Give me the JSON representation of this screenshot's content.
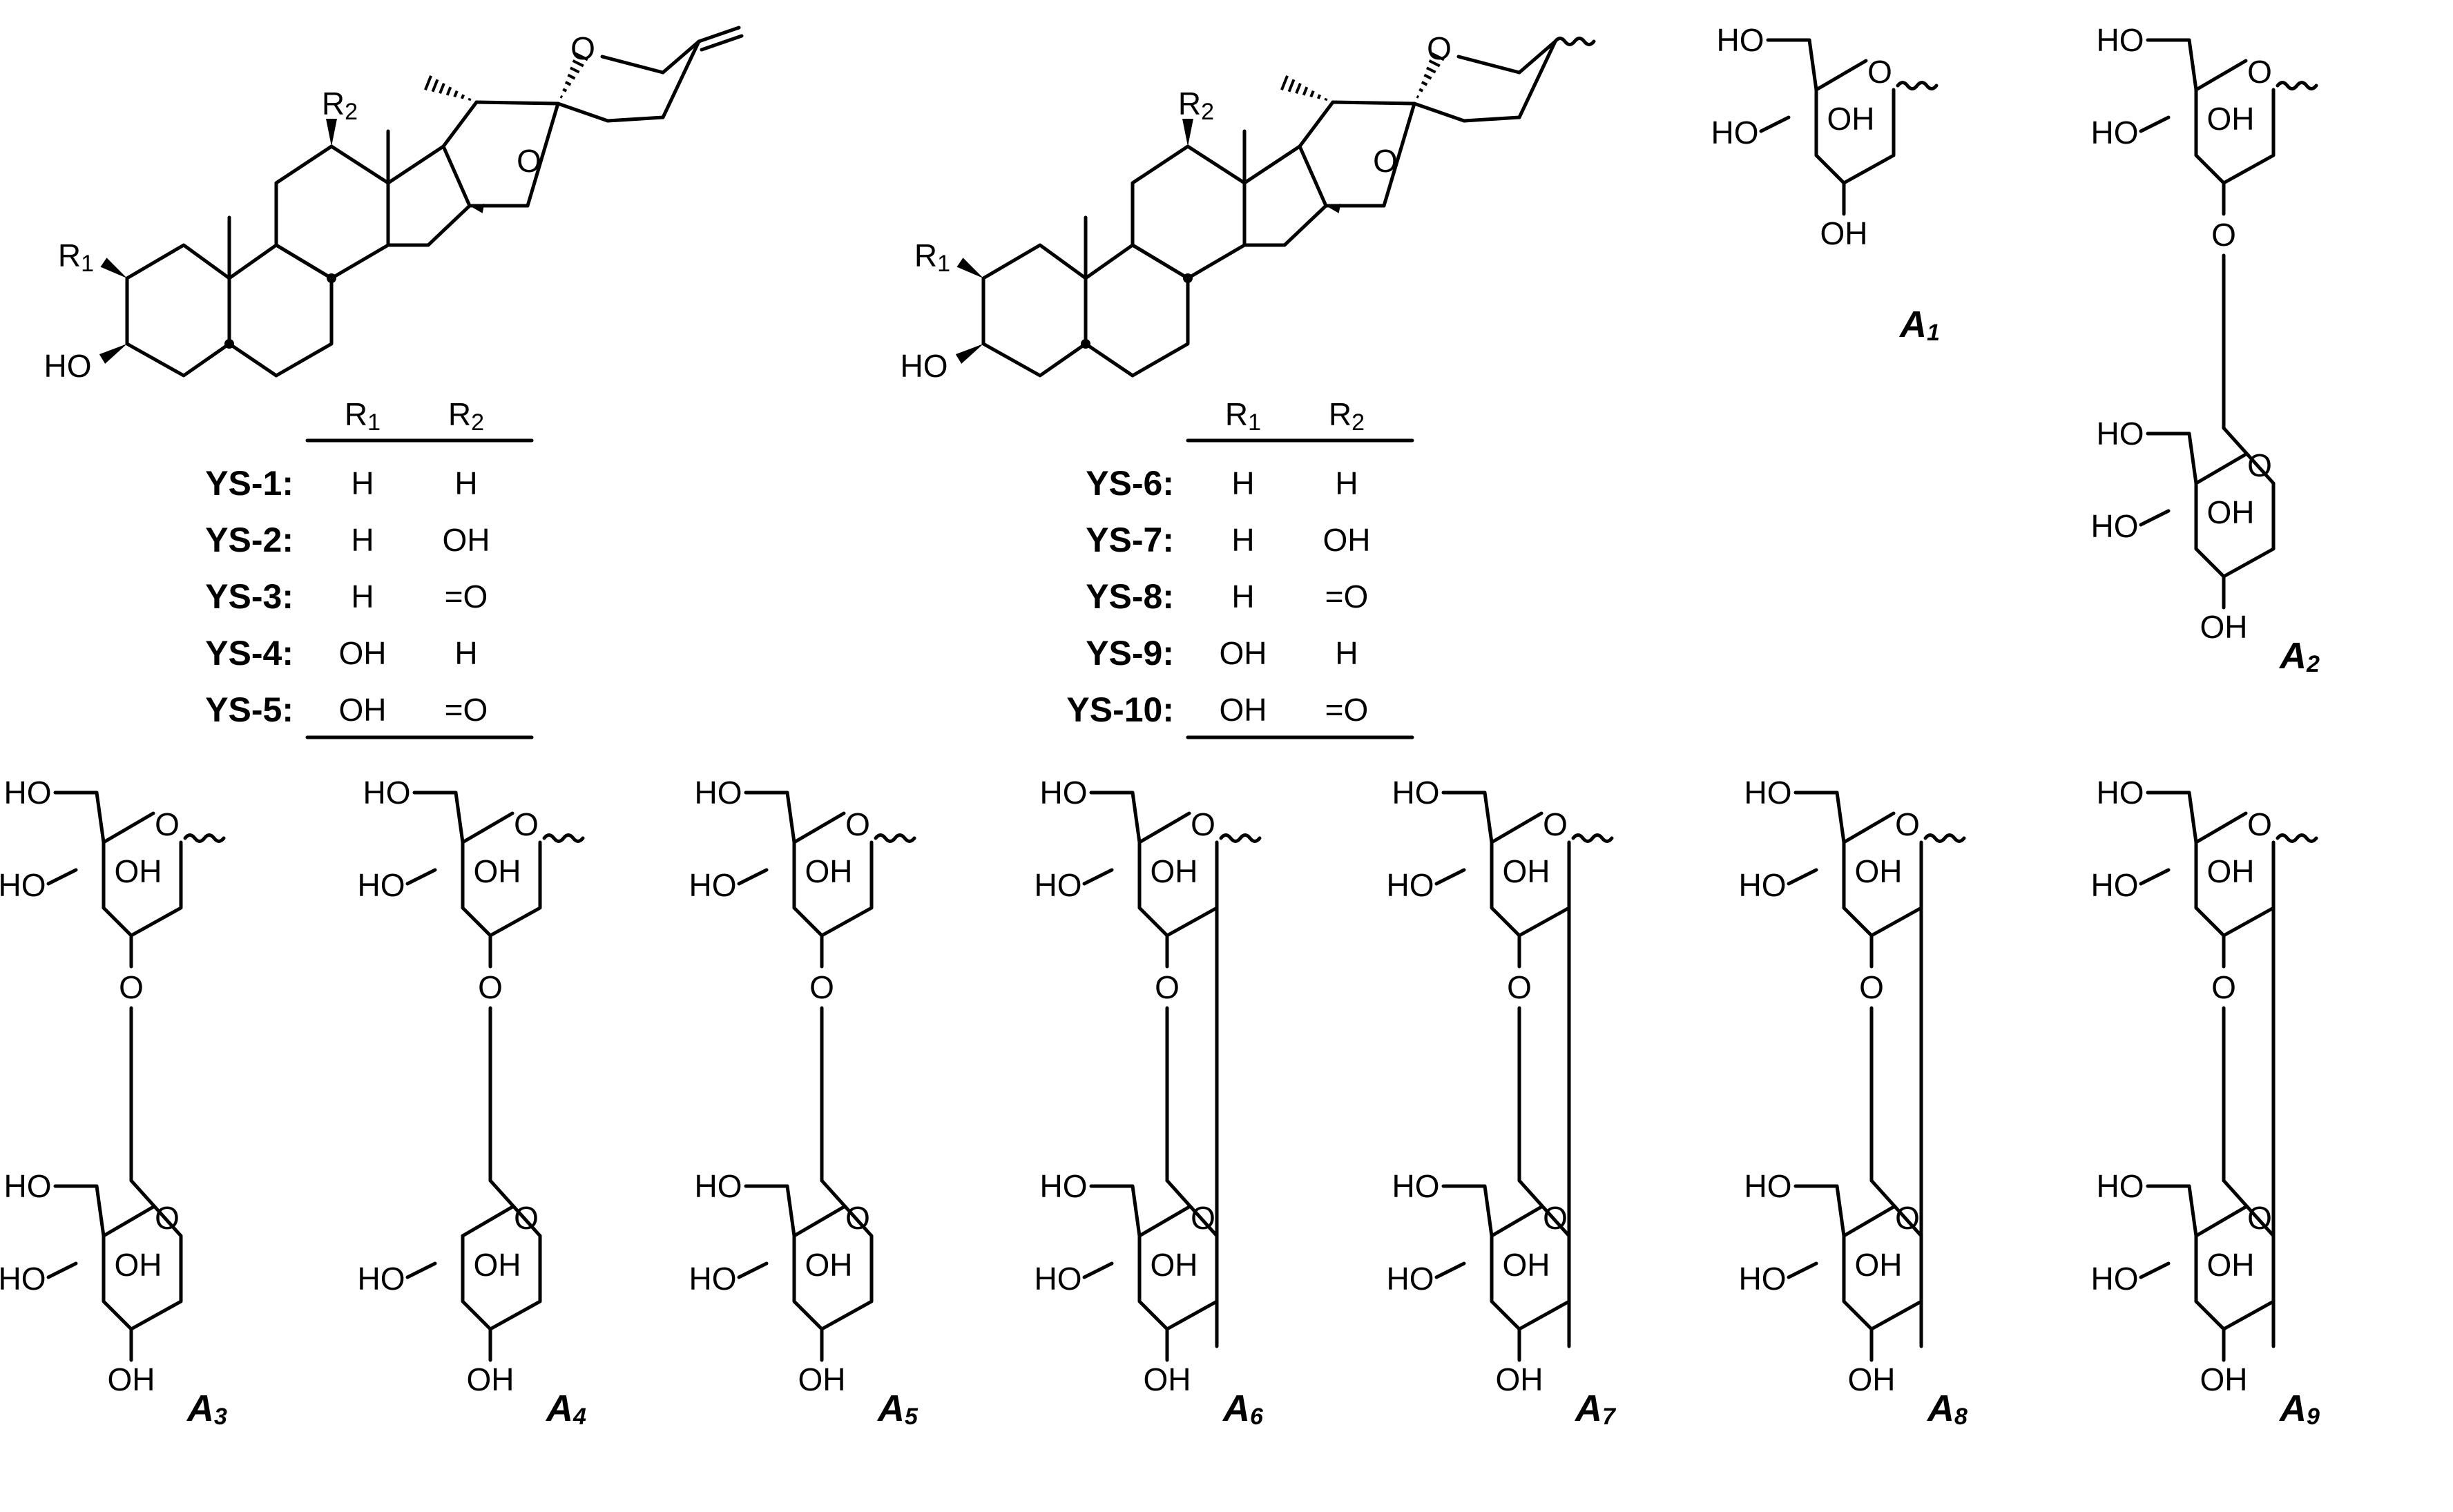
{
  "substituent_labels": {
    "r1": "R",
    "r2": "R",
    "r1_index": "1",
    "r2_index": "2"
  },
  "atoms": {
    "o": "O",
    "ho": "HO",
    "oh": "OH"
  },
  "table_left": {
    "header": {
      "r1": "R",
      "r1_index": "1",
      "r2": "R",
      "r2_index": "2"
    },
    "rows": [
      {
        "id": "YS-1:",
        "r1": "H",
        "r2": "H"
      },
      {
        "id": "YS-2:",
        "r1": "H",
        "r2": "OH"
      },
      {
        "id": "YS-3:",
        "r1": "H",
        "r2": "=O"
      },
      {
        "id": "YS-4:",
        "r1": "OH",
        "r2": "H"
      },
      {
        "id": "YS-5:",
        "r1": "OH",
        "r2": "=O"
      }
    ]
  },
  "table_right": {
    "header": {
      "r1": "R",
      "r1_index": "1",
      "r2": "R",
      "r2_index": "2"
    },
    "rows": [
      {
        "id": "YS-6:",
        "r1": "H",
        "r2": "H"
      },
      {
        "id": "YS-7:",
        "r1": "H",
        "r2": "OH"
      },
      {
        "id": "YS-8:",
        "r1": "H",
        "r2": "=O"
      },
      {
        "id": "YS-9:",
        "r1": "OH",
        "r2": "H"
      },
      {
        "id": "YS-10:",
        "r1": "OH",
        "r2": "=O"
      }
    ]
  },
  "sugars": [
    {
      "id": "A1",
      "letter": "A",
      "index": "1"
    },
    {
      "id": "A2",
      "letter": "A",
      "index": "2"
    },
    {
      "id": "A3",
      "letter": "A",
      "index": "3"
    },
    {
      "id": "A4",
      "letter": "A",
      "index": "4"
    },
    {
      "id": "A5",
      "letter": "A",
      "index": "5"
    },
    {
      "id": "A6",
      "letter": "A",
      "index": "6"
    },
    {
      "id": "A7",
      "letter": "A",
      "index": "7"
    },
    {
      "id": "A8",
      "letter": "A",
      "index": "8"
    },
    {
      "id": "A9",
      "letter": "A",
      "index": "9"
    }
  ]
}
